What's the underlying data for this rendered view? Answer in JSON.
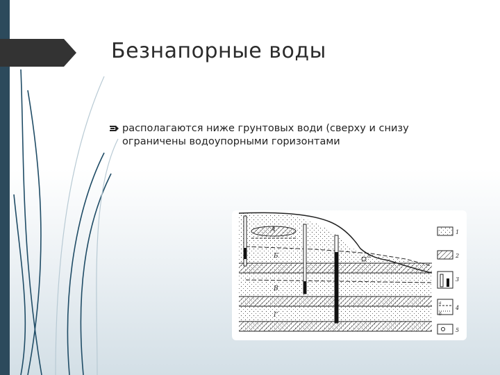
{
  "slide": {
    "title": "Безнапорные воды",
    "bullets": [
      {
        "text": "располагаются ниже грунтовых води (сверху и снизу ограничены водоупорными горизонтами"
      }
    ]
  },
  "figure": {
    "layer_labels": [
      "A",
      "Б",
      "B",
      "Г"
    ],
    "legend_numbers": [
      "1",
      "2",
      "3",
      "4",
      "5"
    ],
    "legend_letters": [
      "а",
      "б"
    ],
    "spring_marker": "а"
  },
  "colors": {
    "sidebar": "#2c4a5c",
    "tab": "#333333",
    "decor_lines": "#1f4c66",
    "title_text": "#2b2b2b",
    "body_text": "#222222"
  },
  "icons": {
    "bullet": "pencil-bullet-icon"
  }
}
